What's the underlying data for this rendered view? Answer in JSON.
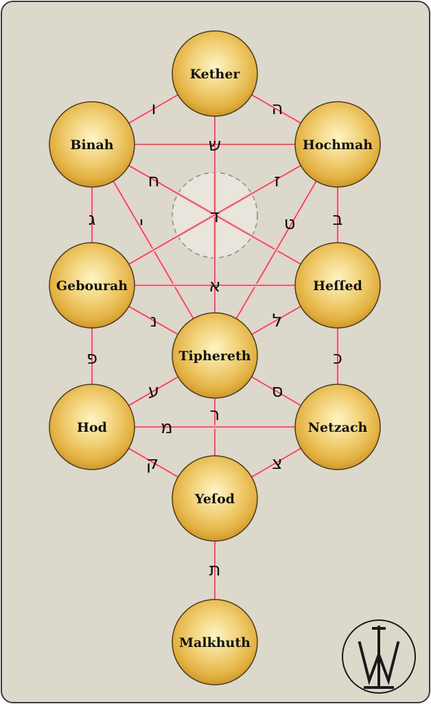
{
  "colors": {
    "background": "#dcd8cb",
    "path": "#d9404d",
    "path_glow": "#f6c8cb",
    "sphere_light": "#fdf4c4",
    "sphere_mid": "#e8bb4a",
    "sphere_dark": "#c89227"
  },
  "sephiroth": [
    {
      "id": "kether",
      "label": "Kether"
    },
    {
      "id": "binah",
      "label": "Binah"
    },
    {
      "id": "hochmah",
      "label": "Hochmah"
    },
    {
      "id": "gebourah",
      "label": "Gebourah"
    },
    {
      "id": "hessed",
      "label": "Heſſed"
    },
    {
      "id": "tiphereth",
      "label": "Tiphereth"
    },
    {
      "id": "hod",
      "label": "Hod"
    },
    {
      "id": "netzach",
      "label": "Netzach"
    },
    {
      "id": "yesod",
      "label": "Yeſod"
    },
    {
      "id": "malkhuth",
      "label": "Malkhuth"
    }
  ],
  "paths": [
    {
      "from": "kether",
      "to": "binah",
      "letter": "ו"
    },
    {
      "from": "kether",
      "to": "hochmah",
      "letter": "ה"
    },
    {
      "from": "kether",
      "to": "tiphereth",
      "letter": "ד"
    },
    {
      "from": "binah",
      "to": "hochmah",
      "letter": "ש"
    },
    {
      "from": "binah",
      "to": "hessed",
      "letter": "ח"
    },
    {
      "from": "binah",
      "to": "gebourah",
      "letter": "ג"
    },
    {
      "from": "binah",
      "to": "tiphereth",
      "letter": "י"
    },
    {
      "from": "hochmah",
      "to": "gebourah",
      "letter": "ז"
    },
    {
      "from": "hochmah",
      "to": "hessed",
      "letter": "ב"
    },
    {
      "from": "hochmah",
      "to": "tiphereth",
      "letter": "ט"
    },
    {
      "from": "gebourah",
      "to": "hessed",
      "letter": "א"
    },
    {
      "from": "gebourah",
      "to": "tiphereth",
      "letter": "נ"
    },
    {
      "from": "gebourah",
      "to": "hod",
      "letter": "פ"
    },
    {
      "from": "hessed",
      "to": "tiphereth",
      "letter": "ל"
    },
    {
      "from": "hessed",
      "to": "netzach",
      "letter": "כ"
    },
    {
      "from": "tiphereth",
      "to": "hod",
      "letter": "ע"
    },
    {
      "from": "tiphereth",
      "to": "netzach",
      "letter": "ס"
    },
    {
      "from": "tiphereth",
      "to": "yesod",
      "letter": "ר"
    },
    {
      "from": "hod",
      "to": "netzach",
      "letter": "מ"
    },
    {
      "from": "hod",
      "to": "yesod",
      "letter": "ק"
    },
    {
      "from": "netzach",
      "to": "yesod",
      "letter": "צ"
    },
    {
      "from": "yesod",
      "to": "malkhuth",
      "letter": "ת"
    }
  ]
}
